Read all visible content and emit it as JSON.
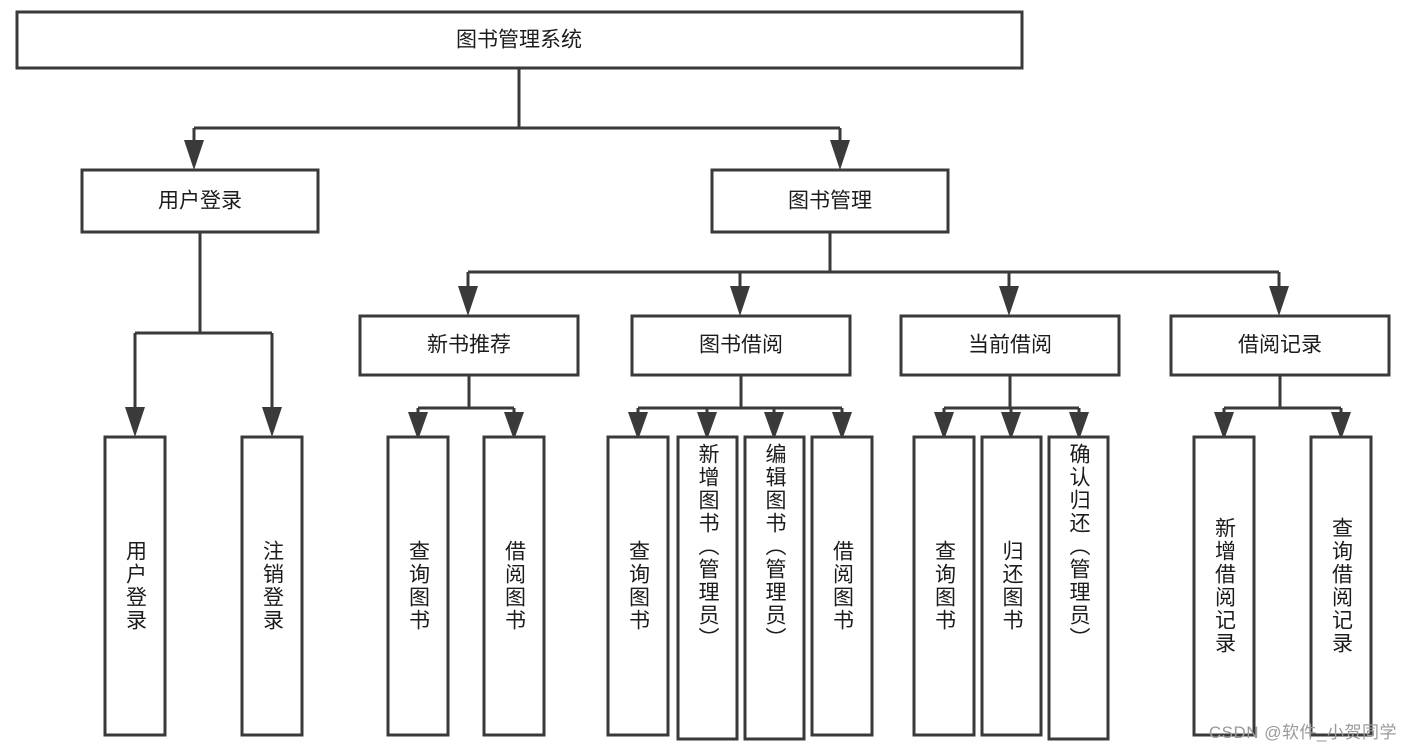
{
  "diagram": {
    "title": "图书管理系统",
    "type": "tree-hierarchy",
    "watermark": "CSDN @软件_小贺同学",
    "colors": {
      "background": "#ffffff",
      "box_stroke": "#3a3a3a",
      "box_fill": "#ffffff",
      "text": "#1c1c1c",
      "watermark": "#9a9a9a"
    },
    "root": {
      "label": "图书管理系统"
    },
    "level2": [
      {
        "label": "用户登录"
      },
      {
        "label": "图书管理"
      }
    ],
    "level3": [
      {
        "label": "新书推荐"
      },
      {
        "label": "图书借阅"
      },
      {
        "label": "当前借阅"
      },
      {
        "label": "借阅记录"
      }
    ],
    "leaves": {
      "user_login": [
        {
          "label": "用户登录"
        },
        {
          "label": "注销登录"
        }
      ],
      "new_book_recommend": [
        {
          "label": "查询图书"
        },
        {
          "label": "借阅图书"
        }
      ],
      "book_borrow": [
        {
          "label": "查询图书"
        },
        {
          "label": "新增图书（管理员）"
        },
        {
          "label": "编辑图书（管理员）"
        },
        {
          "label": "借阅图书"
        }
      ],
      "current_borrow": [
        {
          "label": "查询图书"
        },
        {
          "label": "归还图书"
        },
        {
          "label": "确认归还（管理员）"
        }
      ],
      "borrow_record": [
        {
          "label": "新增借阅记录"
        },
        {
          "label": "查询借阅记录"
        }
      ]
    }
  }
}
